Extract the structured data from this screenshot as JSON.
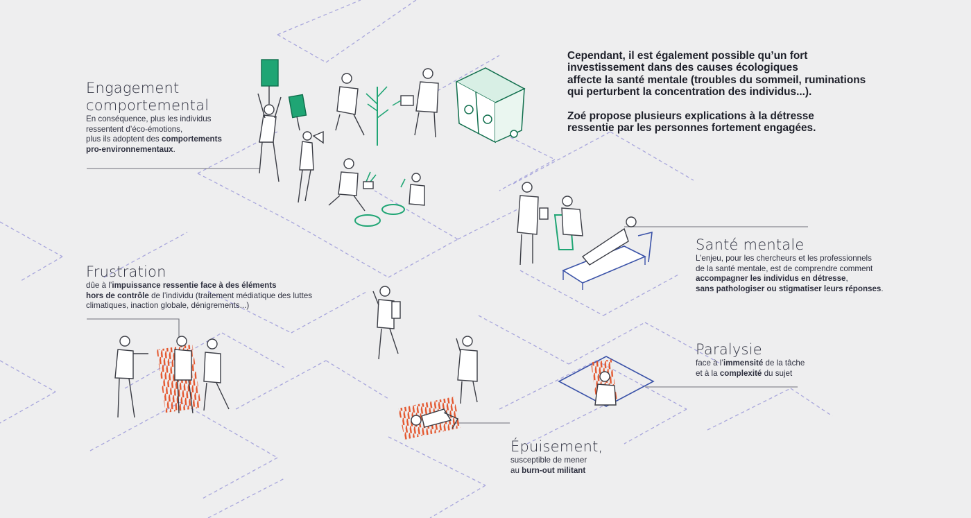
{
  "intro": {
    "paragraph1": "Cependant, il est également possible qu’un fort investissement dans des causes écologiques affecte la santé mentale (troubles du sommeil, ruminations qui perturbent la concentration des individus...).",
    "paragraph1_lines": [
      "Cependant, il est également possible qu’un fort",
      "investissement dans des causes écologiques",
      "affecte la santé mentale (troubles du sommeil, ruminations",
      "qui perturbent la concentration des individus...)."
    ],
    "paragraph2_lines": [
      "Zoé propose plusieurs explications à la détresse",
      "ressentie par les personnes fortement engagées."
    ]
  },
  "sections": {
    "engagement": {
      "title_line1": "Engagement",
      "title_line2": "comportemental",
      "l1": "En conséquence, plus les individus",
      "l2": "ressentent d’éco-émotions,",
      "l3_pre": "plus ils adoptent des ",
      "l3_bold": "comportements",
      "l4_bold": "pro-environnementaux",
      "l4_post": "."
    },
    "sante": {
      "title": "Santé mentale",
      "l1": "L’enjeu, pour les chercheurs et les professionnels",
      "l2": "de la santé mentale, est de comprendre comment",
      "l3_bold": "accompagner les individus en détresse",
      "l3_post": ",",
      "l4_bold": "sans pathologiser ou stigmatiser leurs réponses",
      "l4_post": "."
    },
    "frustration": {
      "title": "Frustration",
      "l1_pre": "dûe à l’",
      "l1_bold": "impuissance ressentie face à des éléments",
      "l2_bold": "hors de contrôle",
      "l2_post": " de l’individu (traitement médiatique des luttes",
      "l3": "climatiques, inaction globale, dénigrements...)"
    },
    "paralysie": {
      "title": "Paralysie",
      "l1_pre": "face à l’",
      "l1_bold": "immensité",
      "l1_post": " de la tâche",
      "l2_pre": "et à la ",
      "l2_bold": "complexité",
      "l2_post": " du sujet"
    },
    "epuisement": {
      "title": "Épuisement,",
      "l1": "susceptible de mener",
      "l2_pre": "au ",
      "l2_bold": "burn-out militant"
    }
  },
  "colors": {
    "background": "#eeeeef",
    "text": "#2f3140",
    "grid_dash": "#a8a6dc",
    "accent_green": "#1fa574",
    "accent_red": "#e4552c",
    "accent_blue": "#3a52a8",
    "line_gray": "#6d6f78"
  },
  "icons": [
    "protester-sign-icon",
    "megaphone-protester-icon",
    "tree-planting-icon",
    "watering-can-icon",
    "recycling-bins-icon",
    "seedling-planting-icon",
    "psychologist-icon",
    "therapy-couch-icon",
    "walking-person-icon",
    "worried-person-icon",
    "arguing-group-icon",
    "lying-exhausted-person-icon",
    "paralyzed-person-box-icon"
  ]
}
